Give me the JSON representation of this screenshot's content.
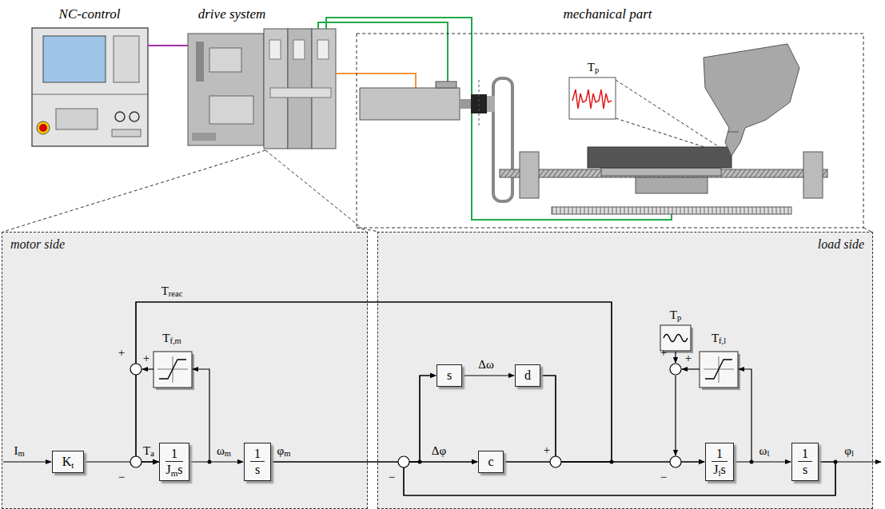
{
  "diagram": {
    "nodes": [
      {
        "text": [
          "motor side"
        ]
      },
      {
        "text": [
          "Kt"
        ],
        "in": 0
      },
      {
        "text": [
          "1",
          "Jms"
        ],
        "in": 0
      },
      {
        "text": [
          "1",
          "s"
        ],
        "in": 0
      },
      {
        "text": [
          "load side"
        ]
      },
      {
        "text": [
          "s"
        ],
        "in": 4
      },
      {
        "text": [
          "d"
        ],
        "in": 4
      },
      {
        "text": [
          "c"
        ],
        "in": 4
      },
      {
        "text": [
          "1",
          "Jls"
        ],
        "in": 4
      },
      {
        "text": [
          "1",
          "s"
        ],
        "in": 4
      }
    ],
    "edges": [
      {
        "from": 1,
        "to": 2,
        "arrow": "to"
      },
      {
        "from": 2,
        "to": 3,
        "arrow": "to"
      },
      {
        "from": 3,
        "to": 7,
        "arrow": "to"
      },
      {
        "from": 3,
        "to": 5,
        "arrow": "to"
      },
      {
        "from": 5,
        "to": 6,
        "arrow": "to"
      },
      {
        "from": 7,
        "to": 8,
        "arrow": "to"
      },
      {
        "from": 6,
        "to": 8,
        "arrow": "to"
      },
      {
        "from": 8,
        "to": 9,
        "arrow": "to"
      },
      {
        "from": 9,
        "to": 7,
        "arrow": "to"
      },
      {
        "from": 9,
        "to": 5,
        "arrow": "to"
      },
      {
        "from": 7,
        "to": 2,
        "arrow": "to"
      },
      {
        "from": 6,
        "to": 2,
        "arrow": "to"
      }
    ],
    "labels": [
      "NC-control",
      "drive system",
      "mechanical part",
      "Tp",
      "Treac",
      "Tf,m",
      "+",
      "+",
      "−",
      "Im",
      "Ta",
      "ωm",
      "φm",
      "Tp",
      "Tf,l",
      "+",
      "+",
      "Δω",
      "Δφ",
      "+",
      "−",
      "−",
      "ωl",
      "φl"
    ]
  }
}
